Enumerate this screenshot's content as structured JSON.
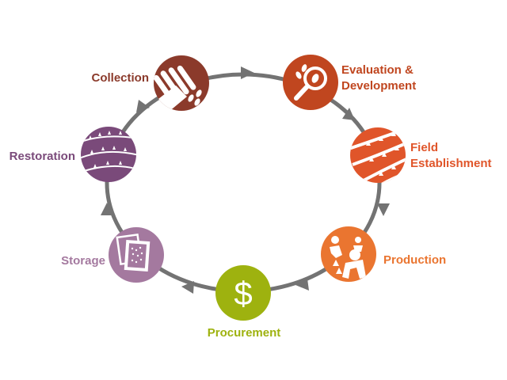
{
  "stages": [
    {
      "id": "collection",
      "label": "Collection",
      "color": "#8b3a2b",
      "icon": "hand-seeds-icon"
    },
    {
      "id": "evaluation",
      "label": "Evaluation & Development",
      "label_line1": "Evaluation &",
      "label_line2": "Development",
      "color": "#c0461f",
      "icon": "magnifier-seed-icon"
    },
    {
      "id": "field",
      "label": "Field Establishment",
      "label_line1": "Field",
      "label_line2": "Establishment",
      "color": "#e0552a",
      "icon": "field-rows-icon"
    },
    {
      "id": "production",
      "label": "Production",
      "color": "#ea7530",
      "icon": "workers-harvest-icon"
    },
    {
      "id": "procurement",
      "label": "Procurement",
      "color": "#9eb20f",
      "icon": "dollar-icon"
    },
    {
      "id": "storage",
      "label": "Storage",
      "color": "#a4799f",
      "icon": "seed-bags-icon"
    },
    {
      "id": "restoration",
      "label": "Restoration",
      "color": "#7a4a7a",
      "icon": "hills-plants-icon"
    }
  ],
  "colors": {
    "ring": "#737373",
    "icon_fill": "#ffffff"
  }
}
